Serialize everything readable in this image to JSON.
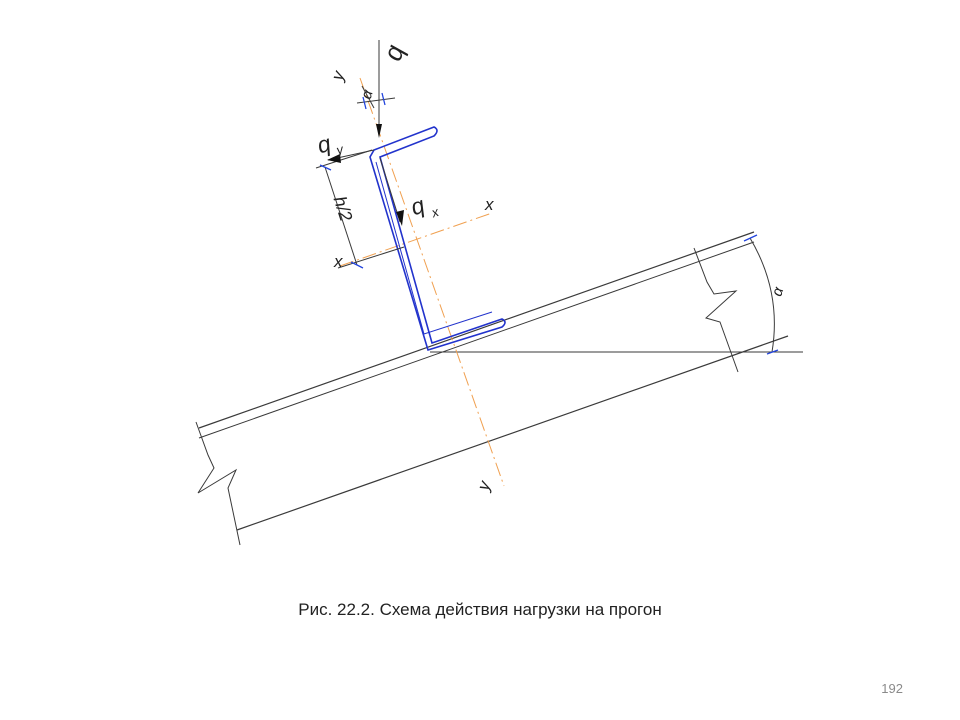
{
  "diagram": {
    "labels": {
      "load": "q",
      "load_y": "q",
      "load_y_sub": "y",
      "load_x": "q",
      "load_x_sub": "x",
      "axis_y_top": "y",
      "axis_y_bottom": "y",
      "axis_x_right": "x",
      "axis_x_left": "x",
      "half_height": "h/2",
      "angle_top": "α",
      "angle_right": "α"
    }
  },
  "caption": "Рис. 22.2. Схема действия нагрузки на прогон",
  "page_number": "192"
}
